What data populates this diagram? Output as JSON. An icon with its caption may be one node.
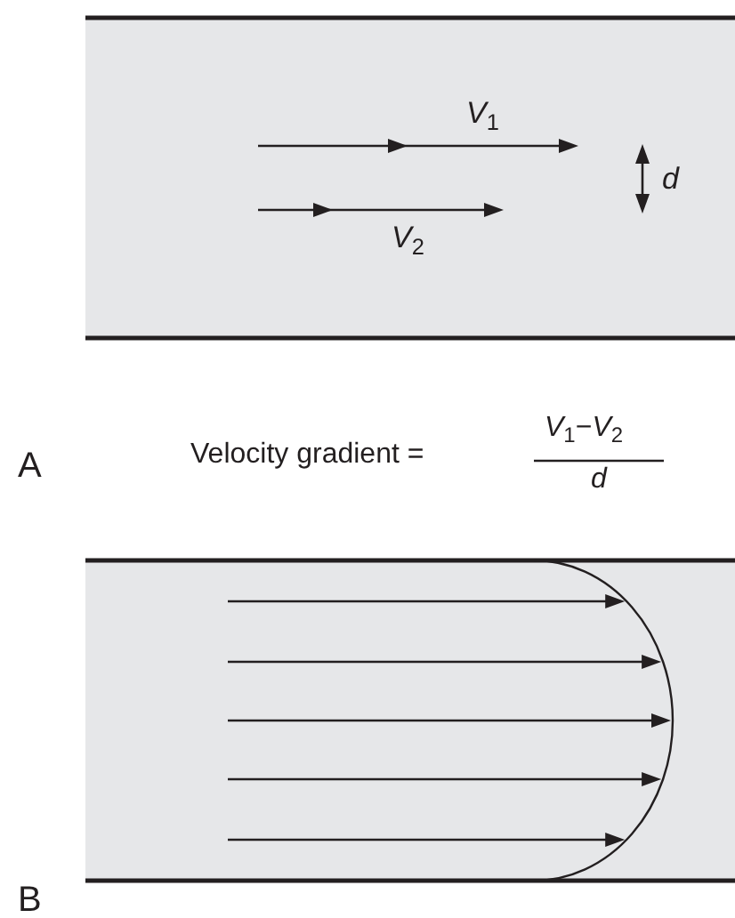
{
  "diagram": {
    "labels": [
      "*V*$_{1}$",
      "*V*$_{2}$",
      "d",
      "A",
      "Velocity gradient =",
      "*V*$_{1}$−*V*$_{2}$",
      "d",
      "B"
    ]
  }
}
